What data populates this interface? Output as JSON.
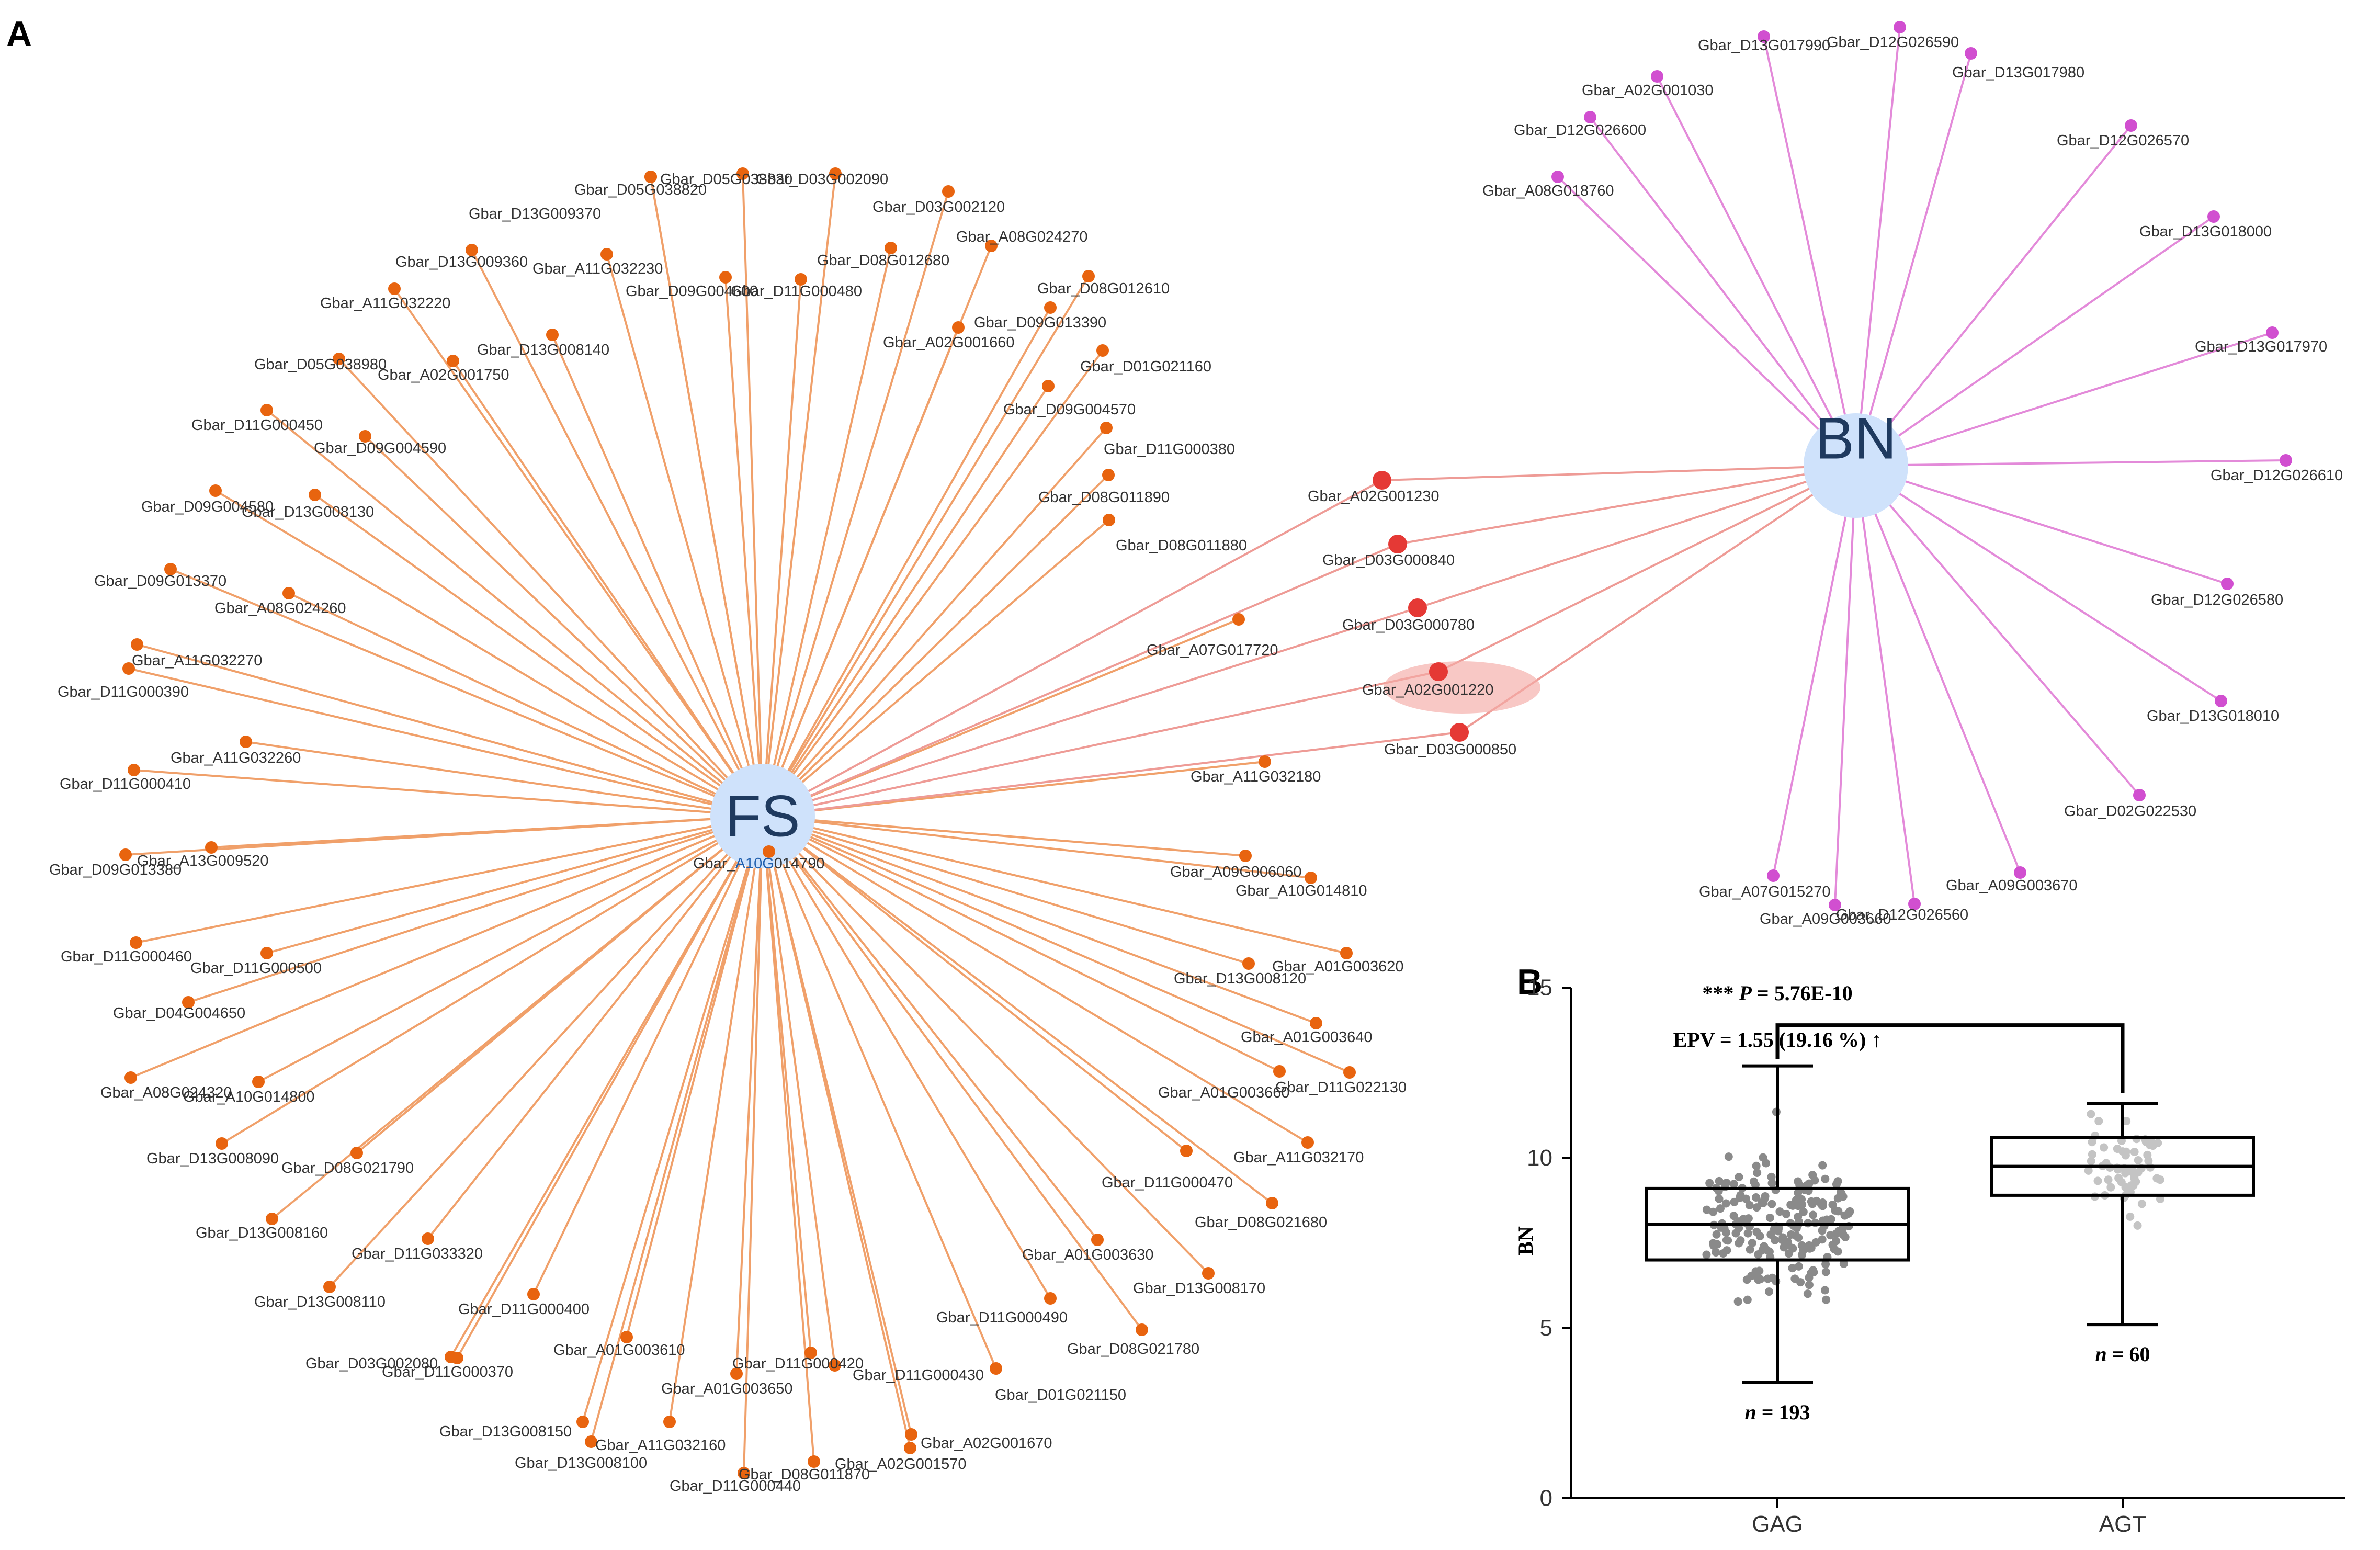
{
  "panels": {
    "a": "A",
    "b": "B"
  },
  "network": {
    "colors": {
      "hub": "#cfe2fb",
      "fs_edge": "#f0a06a",
      "fs_node": "#e8640f",
      "bn_edge": "#e38ad9",
      "bn_node": "#d14fd0",
      "shared_edge": "#ee9b96",
      "shared_node": "#e53935",
      "highlight": "#f4aaa6"
    },
    "hubs": {
      "fs": "FS",
      "bn": "BN"
    },
    "fs_center_gene": {
      "prefix": "Gbar_",
      "highlighted": "A10G",
      "suffix": "014790"
    },
    "fs_genes": [
      "Gbar_D05G038820",
      "Gbar_D05G038830",
      "Gbar_D03G002090",
      "Gbar_D03G002120",
      "Gbar_D13G009370",
      "Gbar_A08G024270",
      "Gbar_D08G012680",
      "Gbar_D13G009360",
      "Gbar_A11G032230",
      "Gbar_D09G004600",
      "Gbar_D11G000480",
      "Gbar_D08G012610",
      "Gbar_A11G032220",
      "Gbar_D09G013390",
      "Gbar_A02G001660",
      "Gbar_D13G008140",
      "Gbar_D01G021160",
      "Gbar_D05G038980",
      "Gbar_A02G001750",
      "Gbar_D09G004570",
      "Gbar_D11G000450",
      "Gbar_D11G000380",
      "Gbar_D09G004590",
      "Gbar_D08G011890",
      "Gbar_D09G004580",
      "Gbar_D13G008130",
      "Gbar_D08G011880",
      "Gbar_D09G013370",
      "Gbar_A08G024260",
      "Gbar_A07G017720",
      "Gbar_A11G032270",
      "Gbar_D11G000390",
      "Gbar_A11G032260",
      "Gbar_A11G032180",
      "Gbar_D11G000410",
      "Gbar_D09G013380",
      "Gbar_A13G009520",
      "Gbar_A09G006060",
      "Gbar_A10G014810",
      "Gbar_D11G000460",
      "Gbar_A01G003620",
      "Gbar_D11G000500",
      "Gbar_D13G008120",
      "Gbar_D04G004650",
      "Gbar_A01G003640",
      "Gbar_A08G024320",
      "Gbar_A10G014800",
      "Gbar_A01G003660",
      "Gbar_D11G022130",
      "Gbar_A11G032170",
      "Gbar_D13G008090",
      "Gbar_D08G021790",
      "Gbar_D11G000470",
      "Gbar_D08G021680",
      "Gbar_D13G008160",
      "Gbar_D11G033320",
      "Gbar_A01G003630",
      "Gbar_D13G008170",
      "Gbar_D13G008110",
      "Gbar_D11G000400",
      "Gbar_D11G000490",
      "Gbar_D08G021780",
      "Gbar_D03G002080",
      "Gbar_A01G003610",
      "Gbar_D11G000370",
      "Gbar_D11G000420",
      "Gbar_D11G000430",
      "Gbar_A01G003650",
      "Gbar_D01G021150",
      "Gbar_D13G008150",
      "Gbar_A02G001670",
      "Gbar_A11G032160",
      "Gbar_D13G008100",
      "Gbar_D08G011870",
      "Gbar_A02G001570",
      "Gbar_D11G000440"
    ],
    "shared_genes": [
      "Gbar_A02G001230",
      "Gbar_D03G000840",
      "Gbar_D03G000780",
      "Gbar_A02G001220",
      "Gbar_D03G000850"
    ],
    "highlighted_gene": "Gbar_A02G001220",
    "bn_genes": [
      "Gbar_D13G017990",
      "Gbar_D12G026590",
      "Gbar_A02G001030",
      "Gbar_D13G017980",
      "Gbar_D12G026600",
      "Gbar_D12G026570",
      "Gbar_A08G018760",
      "Gbar_D13G018000",
      "Gbar_D13G017970",
      "Gbar_D12G026610",
      "Gbar_D12G026580",
      "Gbar_D13G018010",
      "Gbar_D02G022530",
      "Gbar_A07G015270",
      "Gbar_A09G003670",
      "Gbar_A09G003660",
      "Gbar_D12G026560"
    ]
  },
  "chart_data": {
    "type": "box",
    "ylabel": "BN",
    "xlabel": "",
    "ylim": [
      0,
      15
    ],
    "yticks": [
      0,
      5,
      10,
      15
    ],
    "categories": [
      "GAG",
      "AGT"
    ],
    "boxes": [
      {
        "category": "GAG",
        "min": 3.4,
        "q1": 7.0,
        "median": 8.05,
        "q3": 9.1,
        "max": 12.7,
        "n_label": "n = 193",
        "point_color": "#8a8a8a"
      },
      {
        "category": "AGT",
        "min": 5.1,
        "q1": 8.9,
        "median": 9.75,
        "q3": 10.6,
        "max": 11.6,
        "n_label": "n = 60",
        "point_color": "#c4c4c4"
      }
    ],
    "significance": {
      "stars": "***",
      "p_label": "P",
      "p_value": "= 5.76E-10",
      "epv": "EPV = 1.55 (19.16 %) ↑"
    }
  }
}
